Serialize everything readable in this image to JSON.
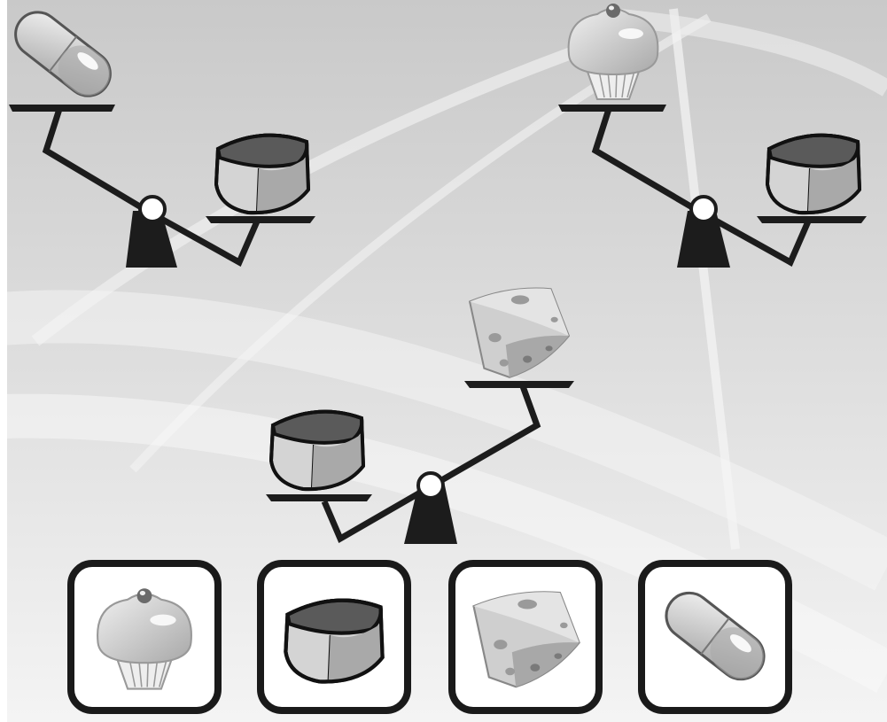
{
  "puzzle": {
    "scales": [
      {
        "id": "scale-1",
        "heavy_side": "pill",
        "light_side": "cube",
        "tilt": "left-down"
      },
      {
        "id": "scale-2",
        "heavy_side": "cupcake",
        "light_side": "cube",
        "tilt": "left-down"
      },
      {
        "id": "scale-3",
        "heavy_side": "cube",
        "light_side": "cheese",
        "tilt": "left-down"
      }
    ],
    "answer_options": [
      {
        "id": "option-1",
        "item": "cupcake"
      },
      {
        "id": "option-2",
        "item": "cube"
      },
      {
        "id": "option-3",
        "item": "cheese"
      },
      {
        "id": "option-4",
        "item": "pill"
      }
    ]
  },
  "colors": {
    "background": "#e6e6e6",
    "scale": "#1c1c1c",
    "cube_top": "#5a5a5a",
    "cube_side": "#d4d4d4",
    "cheese": "#cccccc",
    "pill": "#d8d8d8",
    "cupcake": "#dcdcdc",
    "card_border": "#1a1a1a"
  }
}
